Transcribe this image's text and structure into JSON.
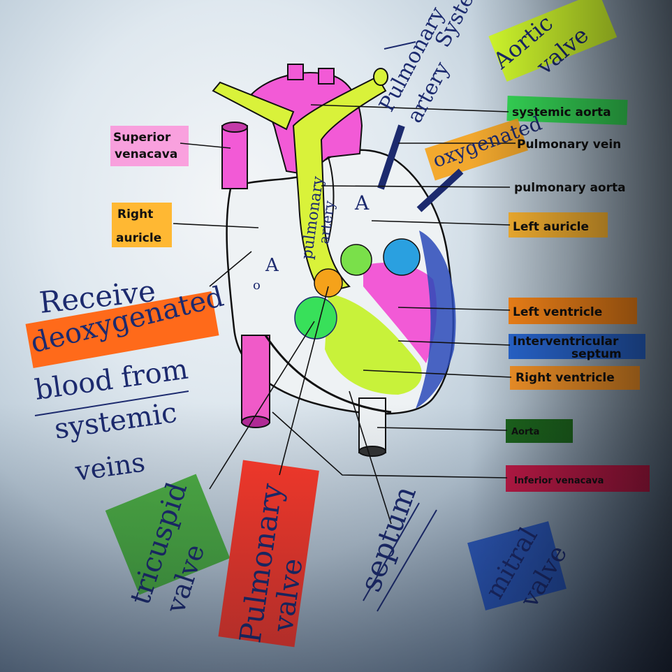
{
  "labels": {
    "superior_venacava": [
      "Superior",
      "venacava"
    ],
    "right_auricle": [
      "Right",
      "auricle"
    ],
    "systemic_aorta": "systemic aorta",
    "pulmonary_vein": "Pulmonary vein",
    "pulmonary_aorta": "pulmonary aorta",
    "left_auricle": "Left auricle",
    "left_ventricle": "Left ventricle",
    "interventricular_septum": [
      "Interventricular",
      "septum"
    ],
    "right_ventricle": "Right ventricle",
    "aorta": "Aorta",
    "inferior_venacava": "Inferior venacava"
  },
  "handwritten": {
    "receive_note": [
      "Receive",
      "deoxygenated",
      "blood from",
      "systemic",
      "veins"
    ],
    "pulmonary_artery": [
      "Pulmonary",
      "artery"
    ],
    "systemic_top": "Systemic",
    "oxygenated": "oxygenated",
    "aortic_valve": [
      "Aortic",
      "valve"
    ],
    "pulmonary_artery_inner": [
      "pulmonary",
      "artery"
    ],
    "tricuspid_valve": [
      "tricuspid",
      "valve"
    ],
    "pulmonary_valve": [
      "Pulmonary",
      "valve"
    ],
    "septum": "septum",
    "mitral_valve": [
      "mitral",
      "valve"
    ],
    "chamber_a": "A",
    "chamber_o": "o"
  },
  "colors": {
    "highlight_orange": "#ffb833",
    "highlight_green": "#38e05a",
    "highlight_red": "#ff3a2a",
    "highlight_magenta": "#ff2a8a",
    "highlight_blue": "#2a6ad8",
    "highlight_lime": "#d8ff2a",
    "pen_blue": "#1c2a6e",
    "artery_yellow": "#d9f23a",
    "vein_pink": "#f25ad6"
  }
}
